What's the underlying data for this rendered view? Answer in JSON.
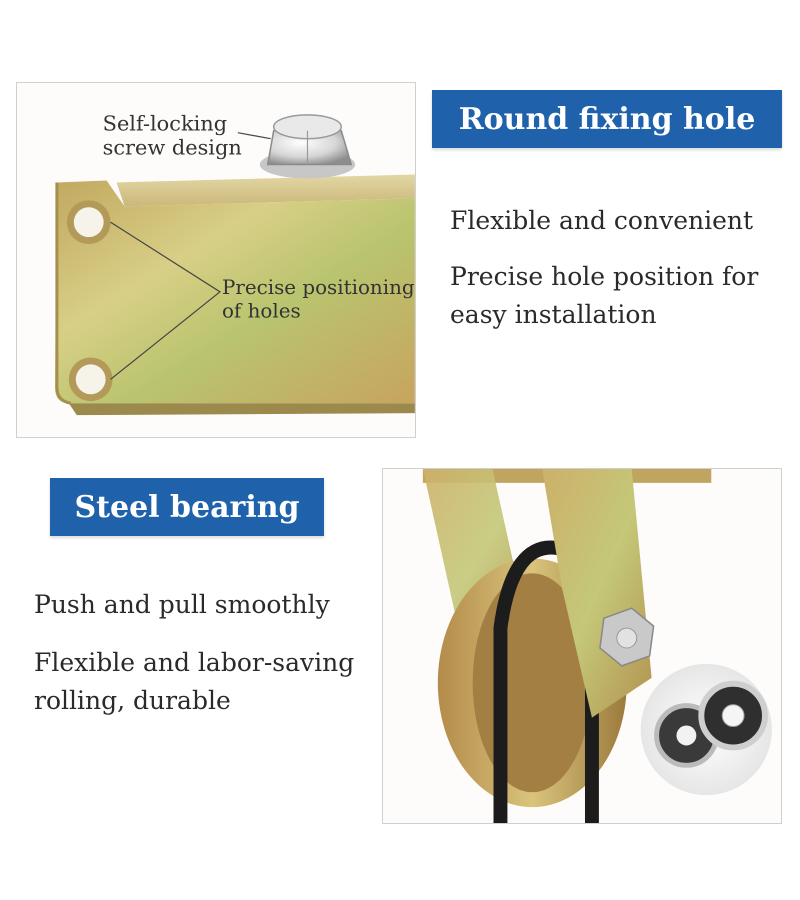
{
  "top_section": {
    "badge": "Round fixing hole",
    "callout_screw_line1": "Self-locking",
    "callout_screw_line2": "screw design",
    "callout_holes_line1": "Precise positioning",
    "callout_holes_line2": "of holes",
    "features": [
      "Flexible and convenient",
      "Precise hole position for easy installation"
    ]
  },
  "bottom_section": {
    "badge": "Steel bearing",
    "features": [
      "Push and pull smoothly",
      "Flexible and labor-saving rolling, durable"
    ]
  },
  "colors": {
    "badge_bg": "#1f62ab",
    "badge_text": "#ffffff",
    "metal": "#c9b86a"
  }
}
